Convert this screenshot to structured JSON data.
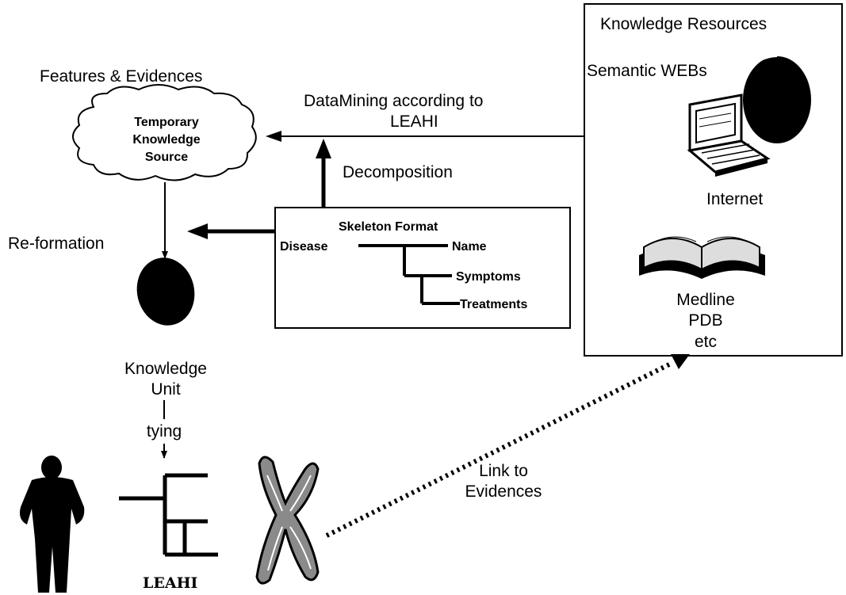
{
  "cloud_section": {
    "heading": "Features & Evidences",
    "cloud_lines": [
      "Temporary",
      "Knowledge",
      "Source"
    ]
  },
  "arrows": {
    "datamining_line1": "DataMining according to",
    "datamining_line2": "LEAHI",
    "decomposition": "Decomposition",
    "reformation": "Re-formation",
    "tying": "tying",
    "link_line1": "Link to",
    "link_line2": "Evidences"
  },
  "skeleton": {
    "title": "Skeleton Format",
    "root": "Disease",
    "branches": [
      "Name",
      "Symptoms",
      "Treatments"
    ]
  },
  "knowledge_unit": {
    "line1": "Knowledge",
    "line2": "Unit"
  },
  "resources": {
    "title": "Knowledge Resources",
    "semantic_webs": "Semantic WEBs",
    "internet": "Internet",
    "books": [
      "Medline",
      "PDB",
      "etc"
    ]
  },
  "bottom": {
    "leahi": "LEAHI"
  }
}
